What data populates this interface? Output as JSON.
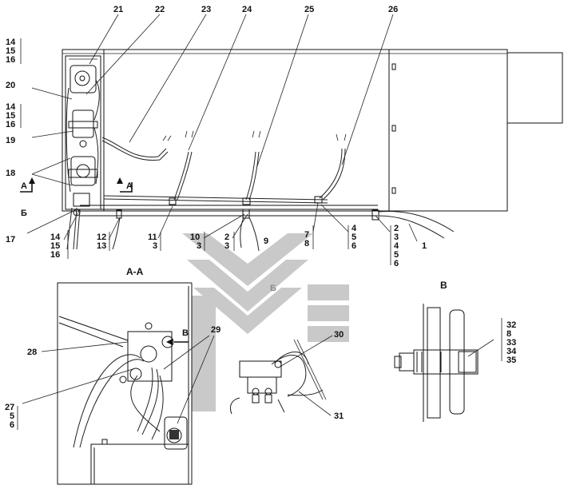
{
  "callouts": {
    "c1": "1",
    "c2": "2",
    "c3": "3",
    "c4": "4",
    "c5": "5",
    "c6": "6",
    "c7": "7",
    "c8": "8",
    "c9": "9",
    "c10": "10",
    "c11": "11",
    "c12": "12",
    "c13": "13",
    "c14": "14",
    "c15": "15",
    "c16": "16",
    "c17": "17",
    "c18": "18",
    "c19": "19",
    "c20": "20",
    "c21": "21",
    "c22": "22",
    "c23": "23",
    "c24": "24",
    "c25": "25",
    "c26": "26",
    "c27": "27",
    "c28": "28",
    "c29": "29",
    "c30": "30",
    "c31": "31",
    "c32": "32",
    "c33": "33",
    "c34": "34",
    "c35": "35"
  },
  "section_marks": {
    "a": "А",
    "b": "Б",
    "v": "В",
    "view_aa": "А-А",
    "view_b": "Б",
    "view_v": "В"
  },
  "colors": {
    "line": "#111111",
    "watermark": "#c8c8c8",
    "background": "#ffffff"
  }
}
